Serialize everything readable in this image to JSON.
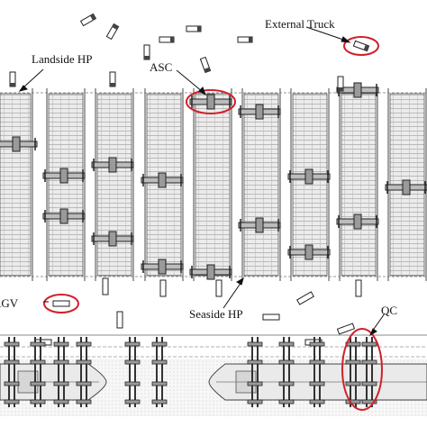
{
  "labels": {
    "landside_hp": "Landside HP",
    "asc": "ASC",
    "external_truck": "External Truck",
    "agv": "AGV",
    "seaside_hp": "Seaside HP",
    "qc": "QC"
  },
  "colors": {
    "highlight": "#d0202a",
    "stroke": "#333333",
    "block_fill": "#e6e6e6",
    "quay_fill": "#f2f2f2",
    "vessel_fill": "#ececec"
  }
}
